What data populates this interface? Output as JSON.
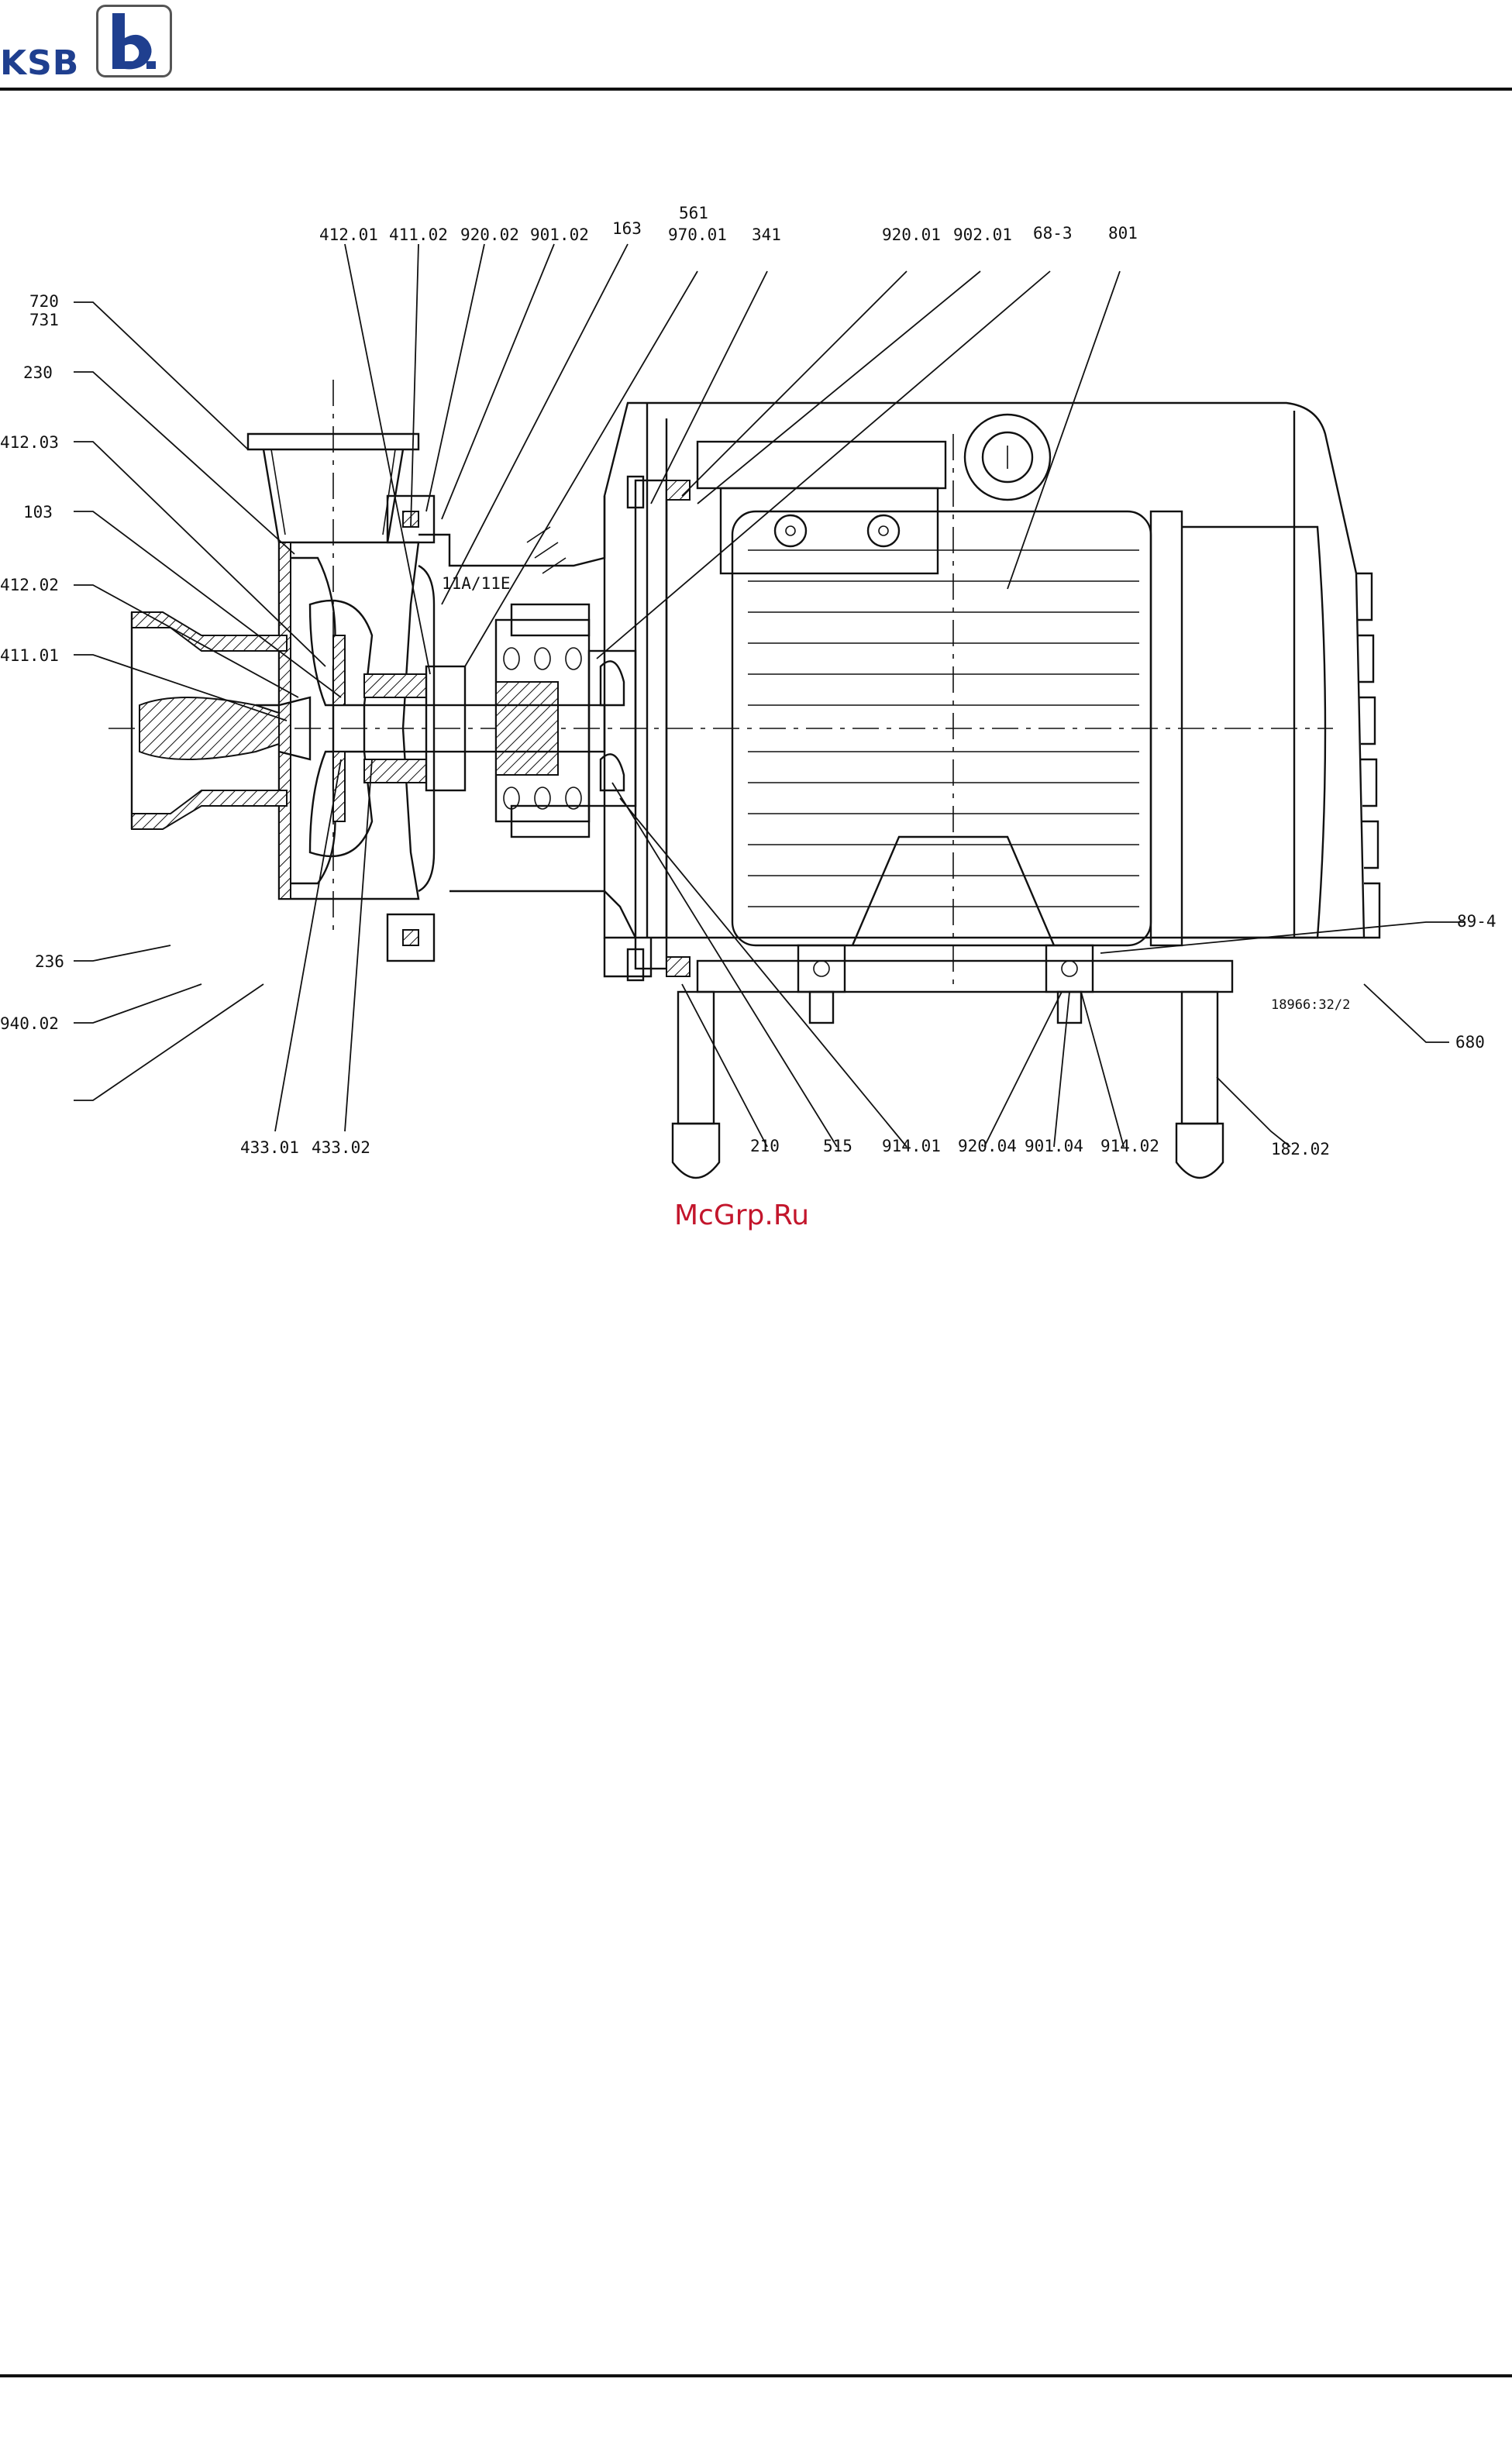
{
  "header": {
    "logo_text": "KSB",
    "logo_icon": "ksb-b-logo-icon"
  },
  "drawing": {
    "part_labels": [
      "412.01",
      "411.02",
      "920.02",
      "901.02",
      "163",
      "561",
      "970.01",
      "341",
      "920.01",
      "902.01",
      "68-3",
      "801",
      "720",
      "731",
      "230",
      "412.03",
      "103",
      "412.02",
      "411.01",
      "236",
      "940.02",
      "11A/11E",
      "680",
      "89-4",
      "18966:32/2",
      "433.01",
      "433.02",
      "210",
      "515",
      "914.01",
      "920.04",
      "901.04",
      "914.02",
      "182.02"
    ]
  },
  "watermark": "McGrp.Ru"
}
